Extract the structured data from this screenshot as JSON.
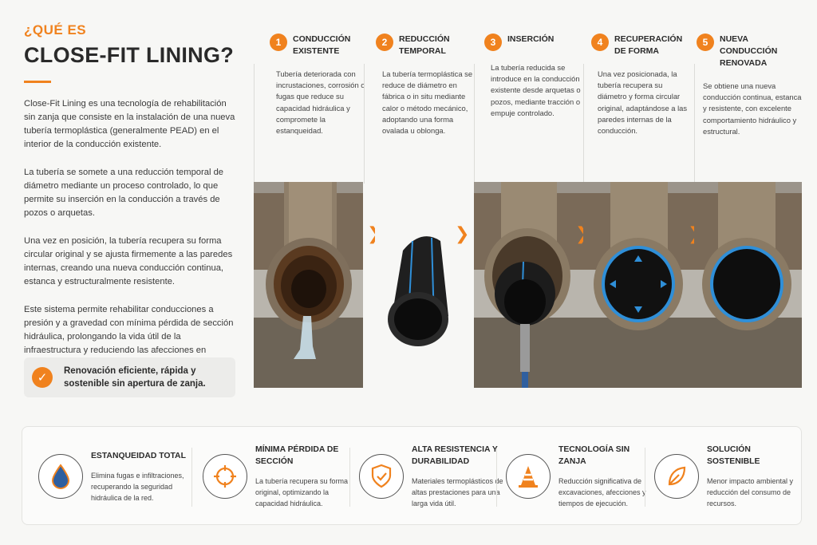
{
  "header": {
    "kicker": "¿QUÉ ES",
    "title": "CLOSE-FIT LINING?"
  },
  "intro": {
    "paragraphs": [
      "Close-Fit Lining es una tecnología de rehabilitación sin zanja que consiste en la instalación de una nueva tubería termoplástica (generalmente PEAD) en el interior de la conducción existente.",
      "La tubería se somete a una reducción temporal de diámetro mediante un proceso controlado, lo que permite su inserción en la conducción a través de pozos o arquetas.",
      "Una vez en posición, la tubería recupera su forma circular original y se ajusta firmemente a las paredes internas, creando una nueva conducción continua, estanca y estructuralmente resistente.",
      "Este sistema permite rehabilitar conducciones a presión y a gravedad con mínima pérdida de sección hidráulica, prolongando la vida útil de la infraestructura y reduciendo las afecciones en superficie."
    ],
    "callout": "Renovación eficiente, rápida y sostenible sin apertura de zanja."
  },
  "steps": [
    {
      "num": "1",
      "title": "CONDUCCIÓN EXISTENTE",
      "desc": "Tubería deteriorada con incrustaciones, corrosión o fugas que reduce su capacidad hidráulica y compromete la estanqueidad."
    },
    {
      "num": "2",
      "title": "REDUCCIÓN TEMPORAL",
      "desc": "La tubería termoplástica se reduce de diámetro en fábrica o in situ mediante calor o método mecánico, adoptando una forma ovalada u oblonga."
    },
    {
      "num": "3",
      "title": "INSERCIÓN",
      "desc": "La tubería reducida se introduce en la conducción existente desde arquetas o pozos, mediante tracción o empuje controlado."
    },
    {
      "num": "4",
      "title": "RECUPERACIÓN DE FORMA",
      "desc": "Una vez posicionada, la tubería recupera su diámetro y forma circular original, adaptándose a las paredes internas de la conducción."
    },
    {
      "num": "5",
      "title": "NUEVA CONDUCCIÓN RENOVADA",
      "desc": "Se obtiene una nueva conducción continua, estanca y resistente, con excelente comportamiento hidráulico y estructural."
    }
  ],
  "arrow_glyph": "❯",
  "features": [
    {
      "icon": "water-drop-icon",
      "title": "ESTANQUEIDAD TOTAL",
      "desc": "Elimina fugas e infiltraciones, recuperando la seguridad hidráulica de la red."
    },
    {
      "icon": "target-icon",
      "title": "MÍNIMA PÉRDIDA DE SECCIÓN",
      "desc": "La tubería recupera su forma original, optimizando la capacidad hidráulica."
    },
    {
      "icon": "shield-check-icon",
      "title": "ALTA RESISTENCIA Y DURABILIDAD",
      "desc": "Materiales termoplásticos de altas prestaciones para una larga vida útil."
    },
    {
      "icon": "traffic-cone-icon",
      "title": "TECNOLOGÍA SIN ZANJA",
      "desc": "Reducción significativa de excavaciones, afecciones y tiempos de ejecución."
    },
    {
      "icon": "leaf-icon",
      "title": "SOLUCIÓN SOSTENIBLE",
      "desc": "Menor impacto ambiental y reducción del consumo de recursos."
    }
  ],
  "colors": {
    "accent": "#f0821e",
    "text": "#2b2b2b",
    "pipe_blue": "#2f8fd8",
    "concrete": "#8a7d6d"
  }
}
